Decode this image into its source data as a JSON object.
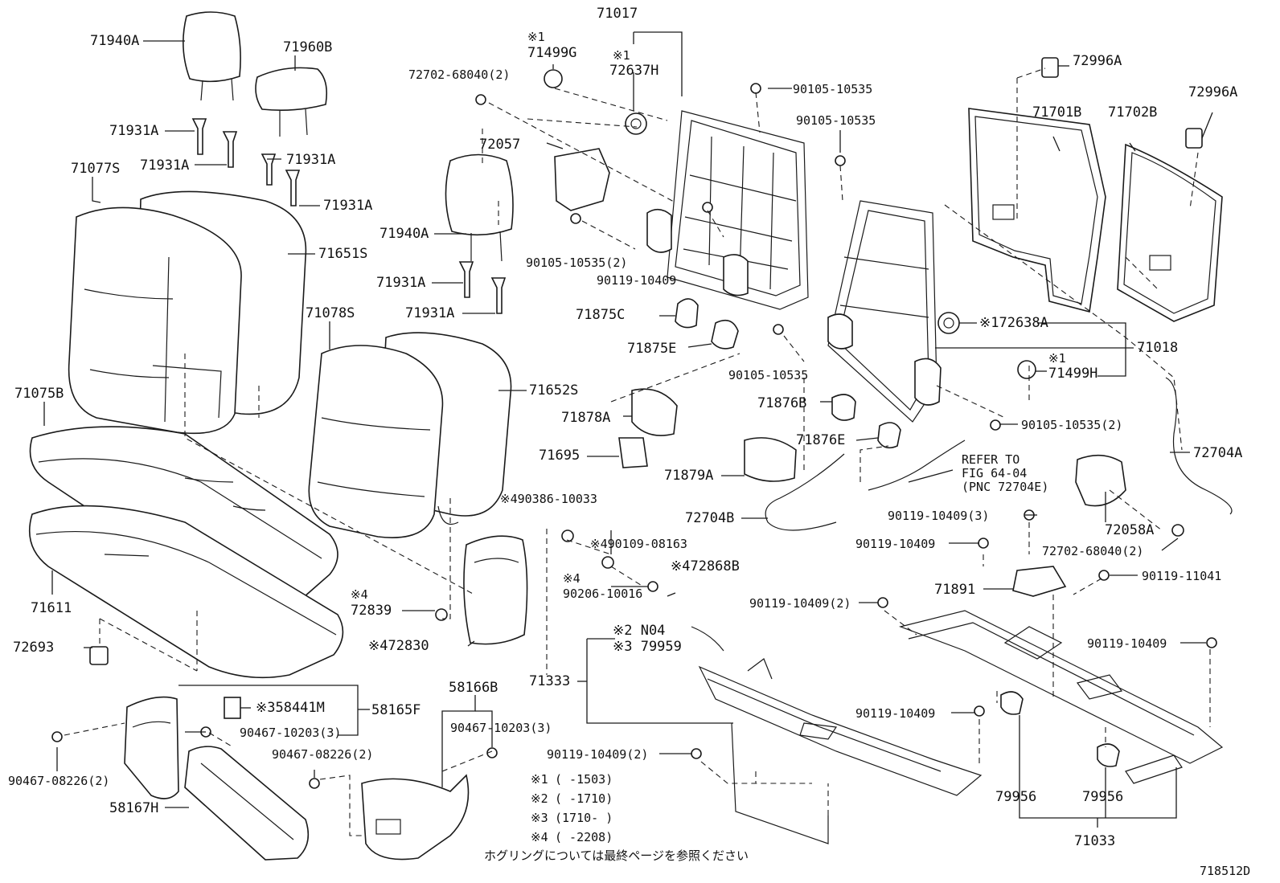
{
  "diagram": {
    "id_code": "718512D",
    "footnote_jp": "ホグリングについては最終ページを参照ください",
    "notes": [
      {
        "mark": "※1",
        "range": "(      -1503)"
      },
      {
        "mark": "※2",
        "range": "(      -1710)"
      },
      {
        "mark": "※3",
        "range": "(1710-      )"
      },
      {
        "mark": "※4",
        "range": "(      -2208)"
      }
    ],
    "refer_to": [
      "REFER TO",
      "FIG 64-04",
      "(PNC 72704E)"
    ]
  },
  "labels": {
    "p71940A_top": "71940A",
    "p71960B": "71960B",
    "p71931A_1": "71931A",
    "p71931A_2": "71931A",
    "p71931A_3": "71931A",
    "p71931A_4": "71931A",
    "p71077S": "71077S",
    "p71940A_mid": "71940A",
    "p71651S": "71651S",
    "p71931A_5": "71931A",
    "p71931A_6": "71931A",
    "p71078S": "71078S",
    "p71075B": "71075B",
    "p71652S": "71652S",
    "p71611": "71611",
    "p72693": "72693",
    "p72839_mark": "※4",
    "p72839": "72839",
    "p72830": "※472830",
    "p71017": "71017",
    "p71499G_mark": "※1",
    "p71499G": "71499G",
    "p72637H_mark": "※1",
    "p72637H": "72637H",
    "p72702_top": "72702-68040(2)",
    "p72057": "72057",
    "p90105_top1": "90105-10535",
    "p90105_top2": "90105-10535",
    "p90105_2": "90105-10535(2)",
    "p90119_a": "90119-10409",
    "p71875C": "71875C",
    "p71875E": "71875E",
    "p90105_mid": "90105-10535",
    "p71878A": "71878A",
    "p71695": "71695",
    "p71876B": "71876B",
    "p71876E": "71876E",
    "p71879A": "71879A",
    "p72704B": "72704B",
    "p490386": "※490386-10033",
    "p490109": "※490109-08163",
    "p90206_mark": "※4",
    "p90206": "90206-10016",
    "p72868B": "※472868B",
    "pN04": "※2 N04",
    "p79959": "※3 79959",
    "p71333": "71333",
    "p72996A_1": "72996A",
    "p72996A_2": "72996A",
    "p71701B": "71701B",
    "p71702B": "71702B",
    "p72638A": "※172638A",
    "p71018": "71018",
    "p71499H_mark": "※1",
    "p71499H": "71499H",
    "p90105_r2": "90105-10535(2)",
    "p72704A": "72704A",
    "p90119_3": "90119-10409(3)",
    "p90119_b": "90119-10409",
    "p72058A": "72058A",
    "p72702_r": "72702-68040(2)",
    "p71891": "71891",
    "p90119_11041": "90119-11041",
    "p90119_2a": "90119-10409(2)",
    "p90119_c": "90119-10409",
    "p90119_d": "90119-10409",
    "p90119_2b": "90119-10409(2)",
    "p79956_1": "79956",
    "p79956_2": "79956",
    "p71033": "71033",
    "p58441M": "※358441M",
    "p58165F": "58165F",
    "p90467_10203_a": "90467-10203(3)",
    "p58166B": "58166B",
    "p90467_10203_b": "90467-10203(3)",
    "p90467_08226_a": "90467-08226(2)",
    "p90467_08226_b": "90467-08226(2)",
    "p58167H": "58167H"
  }
}
